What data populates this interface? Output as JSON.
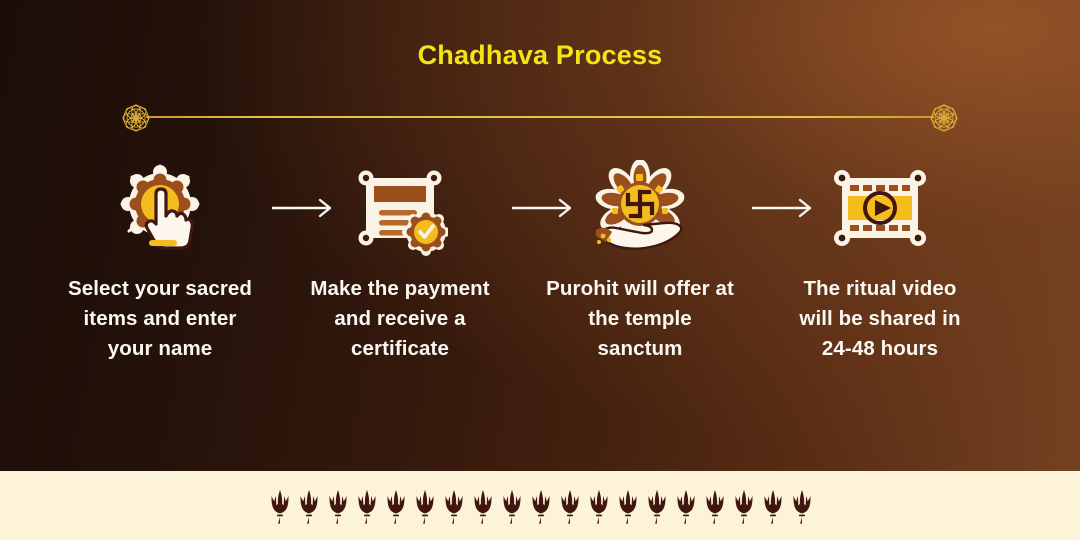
{
  "poster": {
    "title": "Chadhava Process",
    "colors": {
      "title_yellow": "#f2e415",
      "divider_gold": "#e8c149",
      "bg_dark_left": "#1c0d07",
      "bg_brown_right": "#744222",
      "band_cream": "#fdf3d8",
      "trishul_maroon": "#40160f",
      "label_white": "#fbf7f2",
      "icon_gold": "#f5bc1e",
      "icon_brown": "#8a4a20",
      "icon_cream": "#fbf3e6"
    }
  },
  "divider": {
    "left_ornament": "mandala-rosette-icon",
    "right_ornament": "mandala-rosette-icon"
  },
  "steps": [
    {
      "index": "1",
      "icon": "hand-tap-sunburst-icon",
      "label": "Select your sacred items and enter your name"
    },
    {
      "index": "2",
      "icon": "certificate-seal-icon",
      "label": "Make the payment and receive a certificate"
    },
    {
      "index": "3",
      "icon": "hand-offering-swastika-lotus-icon",
      "label": "Purohit will offer at the temple sanctum"
    },
    {
      "index": "4",
      "icon": "film-strip-play-icon",
      "label": "The ritual video will be shared in 24-48 hours"
    }
  ],
  "arrows": [
    {
      "name": "arrow-step1-to-step2"
    },
    {
      "name": "arrow-step2-to-step3"
    },
    {
      "name": "arrow-step3-to-step4"
    }
  ],
  "bottom_band": {
    "motif": "trishul-icon",
    "count": 19
  }
}
